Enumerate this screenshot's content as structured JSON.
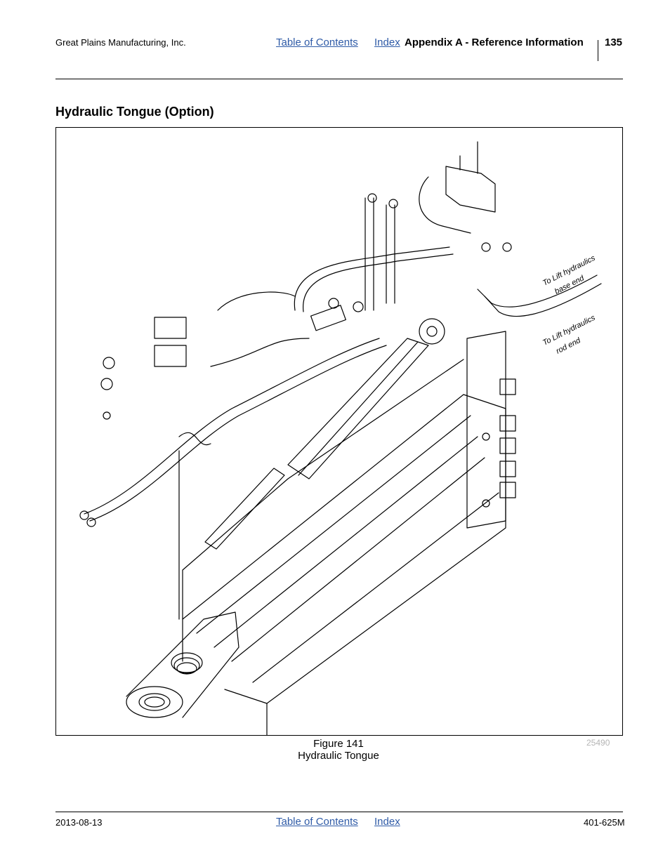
{
  "header": {
    "company": "Great Plains Manufacturing, Inc.",
    "toc_link": "Table of Contents",
    "index_link": "Index",
    "section": "Appendix A - Reference Information",
    "page_number": "135"
  },
  "title": "Hydraulic Tongue (Option)",
  "figure": {
    "callout_base_line1": "To Lift hydraulics",
    "callout_base_line2": "base end",
    "callout_rod_line1": "To Lift hydraulics",
    "callout_rod_line2": "rod end",
    "figure_id": "25490",
    "caption_number": "Figure 141",
    "caption_title": "Hydraulic Tongue"
  },
  "footer": {
    "date": "2013-08-13",
    "toc_link": "Table of Contents",
    "index_link": "Index",
    "doc_number": "401-625M"
  },
  "colors": {
    "link": "#2f5ba7",
    "figure_id": "#b5b5b5"
  }
}
